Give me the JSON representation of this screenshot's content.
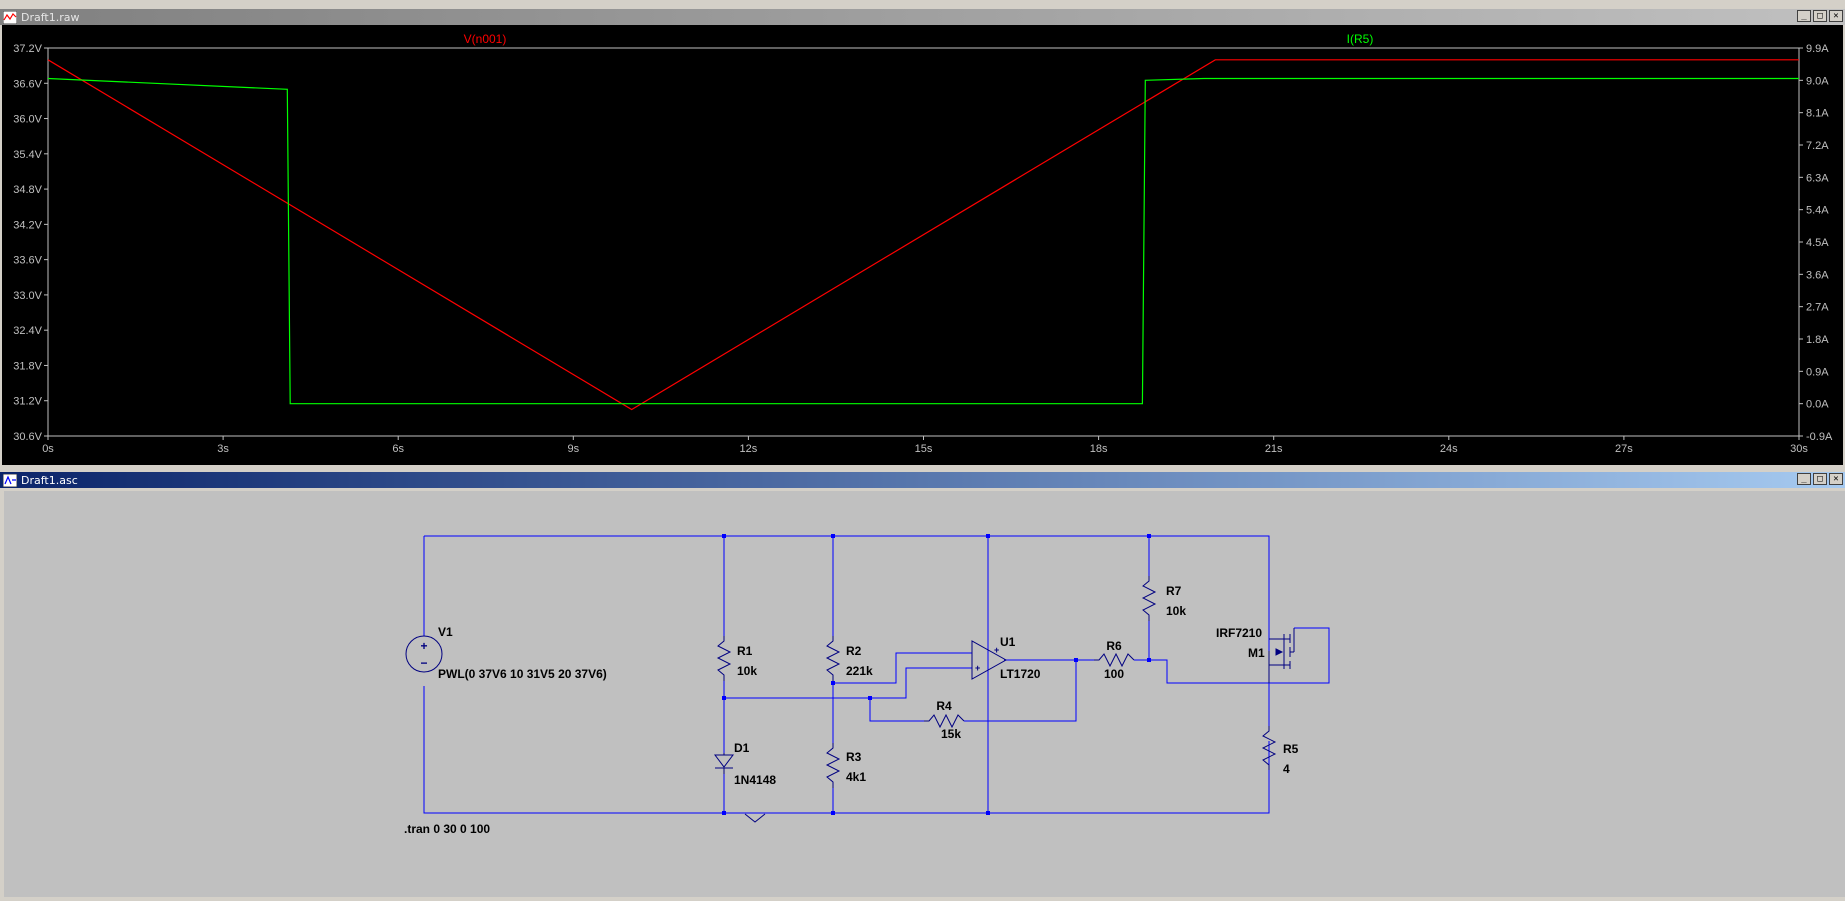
{
  "waveform_window": {
    "title": "Draft1.raw",
    "buttons": {
      "minimize": "_",
      "maximize": "□",
      "close": "✕"
    },
    "trace_labels": [
      "V(n001)",
      "I(R5)"
    ],
    "colors": {
      "v_trace": "#ff0000",
      "i_trace": "#00ff00",
      "background": "#000000",
      "axis": "#c0c0c0"
    }
  },
  "chart_data": {
    "type": "line",
    "x": {
      "label": "",
      "ticks": [
        "0s",
        "3s",
        "6s",
        "9s",
        "12s",
        "15s",
        "18s",
        "21s",
        "24s",
        "27s",
        "30s"
      ],
      "range": [
        0,
        30
      ]
    },
    "y_left": {
      "ticks": [
        "37.2V",
        "36.6V",
        "36.0V",
        "35.4V",
        "34.8V",
        "34.2V",
        "33.6V",
        "33.0V",
        "32.4V",
        "31.8V",
        "31.2V",
        "30.6V"
      ],
      "range": [
        30.6,
        37.2
      ]
    },
    "y_right": {
      "ticks": [
        "9.9A",
        "9.0A",
        "8.1A",
        "7.2A",
        "6.3A",
        "5.4A",
        "4.5A",
        "3.6A",
        "2.7A",
        "1.8A",
        "0.9A",
        "0.0A",
        "-0.9A"
      ],
      "range": [
        -0.9,
        9.9
      ]
    },
    "grid": false,
    "series": [
      {
        "name": "V(n001)",
        "axis": "left",
        "color": "#ff0000",
        "points": [
          [
            0,
            37.0
          ],
          [
            10,
            31.05
          ],
          [
            20,
            37.0
          ],
          [
            30,
            37.0
          ]
        ]
      },
      {
        "name": "I(R5)",
        "axis": "right",
        "color": "#00ff00",
        "points": [
          [
            0,
            9.05
          ],
          [
            4.1,
            8.75
          ],
          [
            4.15,
            0.0
          ],
          [
            18.75,
            0.0
          ],
          [
            18.8,
            9.0
          ],
          [
            19.8,
            9.05
          ],
          [
            30,
            9.05
          ]
        ]
      }
    ]
  },
  "schematic_window": {
    "title": "Draft1.asc",
    "buttons": {
      "minimize": "_",
      "maximize": "□",
      "close": "✕"
    },
    "components": {
      "v1": {
        "name": "V1",
        "value": "PWL(0 37V6 10 31V5 20 37V6)"
      },
      "r1": {
        "name": "R1",
        "value": "10k"
      },
      "r2": {
        "name": "R2",
        "value": "221k"
      },
      "r3": {
        "name": "R3",
        "value": "4k1"
      },
      "r4": {
        "name": "R4",
        "value": "15k"
      },
      "r5": {
        "name": "R5",
        "value": "4"
      },
      "r6": {
        "name": "R6",
        "value": "100"
      },
      "r7": {
        "name": "R7",
        "value": "10k"
      },
      "d1": {
        "name": "D1",
        "value": "1N4148"
      },
      "u1": {
        "name": "U1",
        "value": "LT1720"
      },
      "m1": {
        "name": "M1",
        "value": "IRF7210"
      }
    },
    "directive": ".tran 0 30 0 100",
    "colors": {
      "wire": "#0000ff",
      "component": "#000080",
      "background": "#c0c0c0"
    }
  }
}
